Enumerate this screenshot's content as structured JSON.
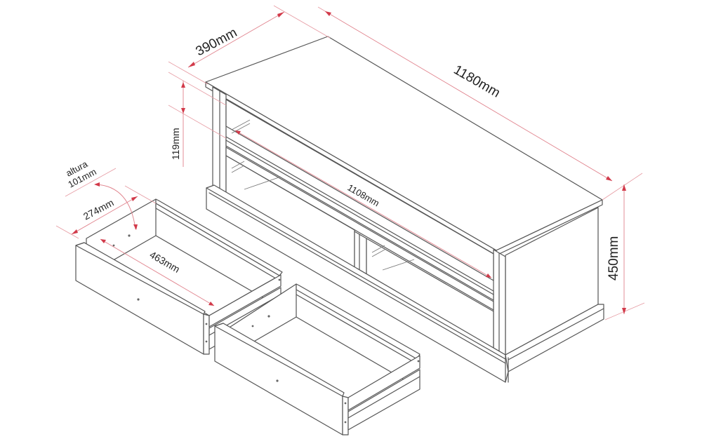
{
  "diagram": {
    "title": "",
    "subject": "TV stand with two drawers - dimensions",
    "colors": {
      "outline": "#555555",
      "dimension_line": "#e0828c",
      "arrow": "#d23a4a",
      "text": "#222222",
      "background": "#ffffff"
    },
    "dimensions": {
      "depth": "390mm",
      "width": "1180mm",
      "height": "450mm",
      "shelf_opening_height": "119mm",
      "inner_width": "1108mm",
      "drawer_height_label": "altura",
      "drawer_height": "101mm",
      "drawer_width": "274mm",
      "drawer_depth": "463mm"
    },
    "components": {
      "cabinet": "Main unit with top, open shelf, two lower compartments, plinth base",
      "drawers": [
        "Drawer 1 (left, pulled out)",
        "Drawer 2 (right, pulled out)"
      ]
    }
  }
}
